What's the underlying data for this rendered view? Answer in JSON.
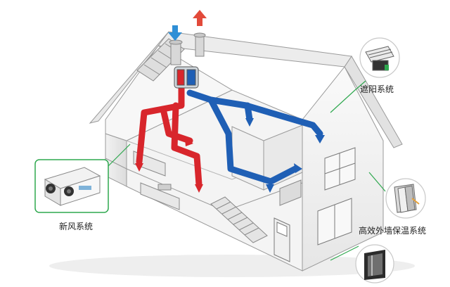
{
  "labels": {
    "fresh_air_system": "新风系统",
    "sunshade_system": "遮阳系统",
    "insulation_system": "高效外墙保温系统"
  },
  "colors": {
    "supply_duct": "#d8262c",
    "exhaust_duct": "#1f5fb5",
    "callout_line": "#2fa84f",
    "house_line": "#9a9a9a",
    "fresh_arrow": "#2f8fd6",
    "stale_arrow": "#e24a3a"
  },
  "icons": [
    "heat-recovery-unit-icon",
    "sunshade-icon",
    "wall-insulation-icon",
    "window-frame-icon"
  ]
}
